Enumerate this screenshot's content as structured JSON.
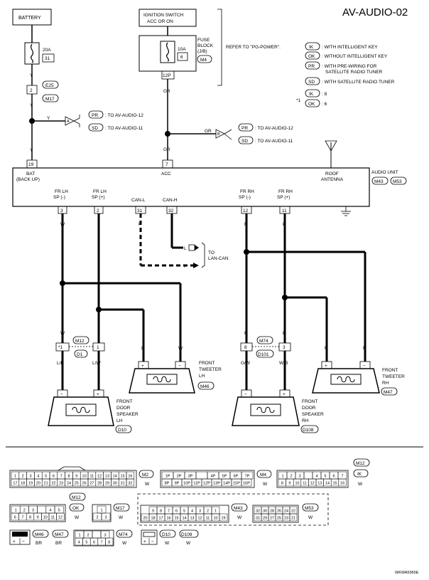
{
  "title": "AV-AUDIO-02",
  "footer_code": "WKWA5965E",
  "colors": {
    "ink": "#000000",
    "paper": "#ffffff"
  },
  "battery": {
    "label": "BATTERY",
    "fuse_rating": "20A",
    "fuse_no": "31",
    "wire_y1": "Y",
    "terminal": "2",
    "conn_e": "E25",
    "conn_m": "M17",
    "wire_y2": "Y",
    "wire_y3": "Y",
    "pin": "19",
    "wire_y_branch": "Y",
    "branch_letter": "A"
  },
  "ignition": {
    "label1": "IGNITION SWITCH",
    "label2": "ACC OR ON",
    "fuse_block1": "FUSE",
    "fuse_block2": "BLOCK",
    "fuse_block3": "(J/B)",
    "fuse_rating": "10A",
    "fuse_no": "6",
    "conn": "M4",
    "terminal": "12P",
    "wire_gr1": "GR",
    "wire_gr2": "GR",
    "wire_gr3": "GR",
    "pin": "7",
    "branch_letter": "B"
  },
  "refer_note": "REFER TO \"PG-POWER\".",
  "legend": [
    {
      "code": "IK",
      "text": ": WITH INTELLIGENT KEY"
    },
    {
      "code": "OK",
      "text": ": WITHOUT INTELLIGENT KEY"
    },
    {
      "code": "PR",
      "text": ": WITH PRE-WIRING FOR",
      "text2": "SATELLITE RADIO TUNER"
    },
    {
      "code": "SD",
      "text": ": WITH SATELLITE RADIO TUNER"
    }
  ],
  "star_note": {
    "mark": "*1",
    "ik": "IK",
    "ik_val": ": 8",
    "ok": "OK",
    "ok_val": ": 6"
  },
  "branch_a": [
    {
      "code": "PR",
      "text": ": TO AV-AUDIO-12"
    },
    {
      "code": "SD",
      "text": ": TO AV-AUDIO-11"
    }
  ],
  "branch_b": [
    {
      "code": "PR",
      "text": ": TO AV-AUDIO-12"
    },
    {
      "code": "SD",
      "text": ": TO AV-AUDIO-11"
    }
  ],
  "audio_unit": {
    "label": "AUDIO UNIT",
    "conn1": "M43",
    "conn2": "M53",
    "bat1": "BAT",
    "bat2": "(BACK UP)",
    "acc": "ACC",
    "roof1": "ROOF",
    "roof2": "ANTENNA",
    "pins": [
      {
        "l1": "FR LH",
        "l2": "SP (-)",
        "pin": "3",
        "wire": "W"
      },
      {
        "l1": "FR LH",
        "l2": "SP (+)",
        "pin": "2",
        "wire": "L"
      },
      {
        "l1": "CAN-L",
        "l2": "",
        "pin": "31",
        "wire": "P"
      },
      {
        "l1": "CAN-H",
        "l2": "",
        "pin": "32",
        "wire": "L"
      },
      {
        "l1": "FR RH",
        "l2": "SP (-)",
        "pin": "12",
        "wire": "R"
      },
      {
        "l1": "FR RH",
        "l2": "SP (+)",
        "pin": "11",
        "wire": "P"
      }
    ]
  },
  "lan": {
    "l_label": "L",
    "p_label": "P",
    "to1": "TO",
    "to2": "LAN-CAN"
  },
  "lh": {
    "wire_w": "W",
    "wire_l": "L",
    "conn_m": "M12",
    "conn_d": "D1",
    "pin_a": "*1",
    "pin_b": "1",
    "wire_lr": "L/R",
    "wire_lw": "L/W",
    "tw_wire_l": "L",
    "tw_wire_w": "W",
    "tw_plus": "+",
    "tw_minus": "−",
    "tweeter1": "FRONT",
    "tweeter2": "TWEETER",
    "tweeter3": "LH",
    "tweeter_conn": "M46",
    "sp_minus": "−",
    "sp_plus": "+",
    "speaker1": "FRONT",
    "speaker2": "DOOR",
    "speaker3": "SPEAKER",
    "speaker4": "LH",
    "speaker_conn": "D10"
  },
  "rh": {
    "wire_r": "R",
    "wire_p": "P",
    "conn_m": "M74",
    "conn_d": "D101",
    "pin_a": "8",
    "pin_b": "3",
    "wire_gw": "G/W",
    "wire_wb": "W/B",
    "tw_wire_p": "P",
    "tw_wire_r": "R",
    "tw_plus": "+",
    "tw_minus": "−",
    "tweeter1": "FRONT",
    "tweeter2": "TWEETER",
    "tweeter3": "RH",
    "tweeter_conn": "M47",
    "sp_minus": "−",
    "sp_plus": "+",
    "speaker1": "FRONT",
    "speaker2": "DOOR",
    "speaker3": "SPEAKER",
    "speaker4": "RH",
    "speaker_conn": "D108"
  },
  "connectors": {
    "m2": {
      "row1": [
        "1",
        "2",
        "3",
        "4",
        "5",
        "6",
        "7",
        "8",
        "9",
        "10",
        "11",
        "12",
        "13",
        "14",
        "15",
        "16"
      ],
      "row2": [
        "17",
        "18",
        "19",
        "20",
        "21",
        "22",
        "23",
        "24",
        "25",
        "26",
        "27",
        "28",
        "29",
        "30",
        "31",
        "32"
      ],
      "label": "M2",
      "color": "W"
    },
    "m4": {
      "row1": [
        "1P",
        "2P",
        "3P",
        "",
        "4P",
        "5P",
        "6P",
        "7P"
      ],
      "row2": [
        "8P",
        "9P",
        "10P",
        "11P",
        "12P",
        "13P",
        "14P",
        "15P",
        "16P"
      ],
      "label": "M4",
      "color": "W"
    },
    "m12ik": {
      "row1": [
        "1",
        "2",
        "3",
        "",
        "4",
        "5",
        "6",
        "7"
      ],
      "row2": [
        "8",
        "9",
        "10",
        "11",
        "12",
        "13",
        "14",
        "15",
        "16"
      ],
      "label": "M12",
      "code": "IK",
      "color": "W"
    },
    "m12ok": {
      "row1": [
        "1",
        "2",
        "3",
        "",
        "4",
        "5"
      ],
      "row2": [
        "6",
        "7",
        "8",
        "9",
        "10",
        "11",
        "12"
      ],
      "label": "M12",
      "code": "OK",
      "color": "W"
    },
    "m17": {
      "row1": [
        "1"
      ],
      "row2": [
        "2",
        "3"
      ],
      "label": "M17",
      "color": "W"
    },
    "m43": {
      "row1": [
        "9",
        "8",
        "7",
        "6",
        "5",
        "4",
        "3",
        "2",
        "1"
      ],
      "row2": [
        "20",
        "18",
        "17",
        "16",
        "15",
        "14",
        "13",
        "12",
        "11",
        "10",
        "19"
      ],
      "label": "M43",
      "color": "W"
    },
    "m53": {
      "row1": [
        "32",
        "30",
        "28",
        "26",
        "24",
        "22"
      ],
      "row2": [
        "31",
        "29",
        "27",
        "25",
        "23",
        "21"
      ],
      "label": "M53",
      "color": "W"
    },
    "m46": {
      "label": "M46",
      "color": "BR",
      "plus": "+",
      "minus": "−"
    },
    "m47": {
      "label": "M47",
      "color": "BR"
    },
    "m74": {
      "row1": [
        "1",
        "2",
        "",
        "3"
      ],
      "row2": [
        "4",
        "5",
        "6",
        "7",
        "8"
      ],
      "label": "M74",
      "color": "W"
    },
    "d10": {
      "label": "D10",
      "color": "W",
      "plus": "+",
      "minus": "−"
    },
    "d108": {
      "label": "D108",
      "color": "W"
    }
  }
}
